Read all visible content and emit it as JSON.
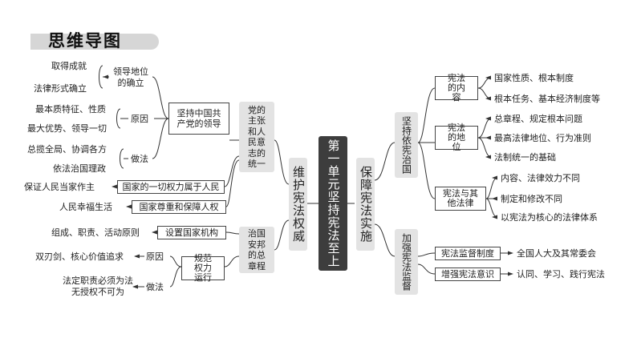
{
  "title": "思维导图",
  "center": {
    "line1": "第一单元",
    "line2": "坚持宪法至上"
  },
  "left": {
    "main": "维护宪法权威",
    "branch1": {
      "label": "党的主张和人民意志的统一",
      "sub": {
        "label": "坚持中国共产党的领导",
        "leader_position": {
          "label": "领导地位的确立",
          "items": [
            "取得成就",
            "法律形式确立"
          ]
        },
        "reason": {
          "label": "原因",
          "items": [
            "最本质特征、性质",
            "最大优势、领导一切"
          ]
        },
        "practice": {
          "label": "做法",
          "items": [
            "总揽全局、协调各方",
            "依法治国理政"
          ]
        }
      },
      "extra": [
        {
          "box": "国家的一切权力属于人民",
          "text": "保证人民当家作主"
        },
        {
          "box": "国家尊重和保障人权",
          "text": "人民幸福生活"
        }
      ]
    },
    "branch2": {
      "label": "治国安邦的总章程",
      "org": {
        "box": "设置国家机构",
        "text": "组成、职责、活动原则"
      },
      "regulate": {
        "box": "规范权力运行",
        "reason": {
          "label": "原因",
          "text": "双刃剑、核心价值追求"
        },
        "practice": {
          "label": "做法",
          "text": "法定职责必须为法无授权不可为"
        }
      }
    }
  },
  "right": {
    "main": "保障宪法实施",
    "branch1": {
      "label": "坚持依宪治国",
      "content": {
        "box": "宪法的内容",
        "items": [
          "国家性质、根本制度",
          "根本任务、基本经济制度等"
        ]
      },
      "status": {
        "box": "宪法的地位",
        "items": [
          "总章程、规定根本问题",
          "最高法律地位、行为准则",
          "法制统一的基础"
        ]
      },
      "other_laws": {
        "box": "宪法与其他法律",
        "items": [
          "内容、法律效力不同",
          "制定和修改不同",
          "以宪法为核心的法律体系"
        ]
      }
    },
    "branch2": {
      "label": "加强宪法监督",
      "supervision": {
        "box": "宪法监督制度",
        "text": "全国人大及其常委会"
      },
      "awareness": {
        "box": "增强宪法意识",
        "text": "认同、学习、践行宪法"
      }
    }
  },
  "colors": {
    "center_fill": "#3d3d3d",
    "gray_fill": "#e3e3e3",
    "title_bar": "#d6d6d6"
  }
}
